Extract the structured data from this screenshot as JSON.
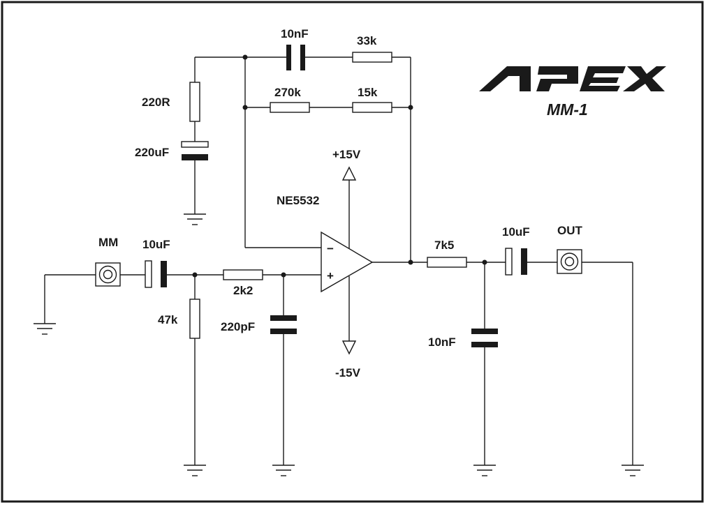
{
  "brand": {
    "logo_text": "APEX",
    "model": "MM-1"
  },
  "labels": {
    "feedback_cap": "10nF",
    "feedback_res_33k": "33k",
    "feedback_res_270k": "270k",
    "feedback_res_15k": "15k",
    "shunt_res": "220R",
    "shunt_cap": "220uF",
    "supply_pos": "+15V",
    "supply_neg": "-15V",
    "opamp": "NE5532",
    "opamp_inv": "−",
    "opamp_noninv": "+",
    "input_jack": "MM",
    "input_cap": "10uF",
    "input_res_47k": "47k",
    "series_res": "2k2",
    "input_shunt_cap": "220pF",
    "output_res": "7k5",
    "output_shunt_cap": "10nF",
    "output_cap": "10uF",
    "output_jack": "OUT"
  },
  "colors": {
    "ink": "#1a1a1a",
    "background": "#ffffff"
  }
}
